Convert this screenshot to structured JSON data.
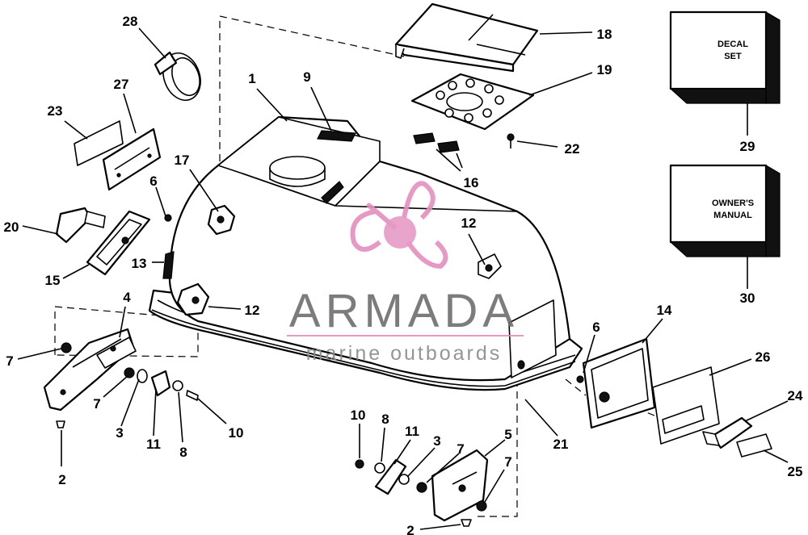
{
  "watermark": {
    "brand": "ARMADA",
    "tagline": "marine outboards",
    "accent_color": "#e48fbf",
    "text_color": "#6e6e6e"
  },
  "boxes": {
    "decal_set": [
      "DECAL",
      "SET"
    ],
    "owners_manual": [
      "OWNER'S",
      "MANUAL"
    ]
  },
  "callouts": {
    "c1": "1",
    "c2a": "2",
    "c2b": "2",
    "c3a": "3",
    "c3b": "3",
    "c4": "4",
    "c5": "5",
    "c6a": "6",
    "c6b": "6",
    "c7a": "7",
    "c7b": "7",
    "c7c": "7",
    "c7d": "7",
    "c8a": "8",
    "c8b": "8",
    "c9": "9",
    "c10a": "10",
    "c10b": "10",
    "c11a": "11",
    "c11b": "11",
    "c12a": "12",
    "c12b": "12",
    "c13": "13",
    "c14": "14",
    "c15": "15",
    "c16": "16",
    "c17": "17",
    "c18": "18",
    "c19": "19",
    "c20": "20",
    "c21": "21",
    "c22": "22",
    "c23": "23",
    "c24": "24",
    "c25": "25",
    "c26": "26",
    "c27": "27",
    "c28": "28",
    "c29": "29",
    "c30": "30"
  }
}
